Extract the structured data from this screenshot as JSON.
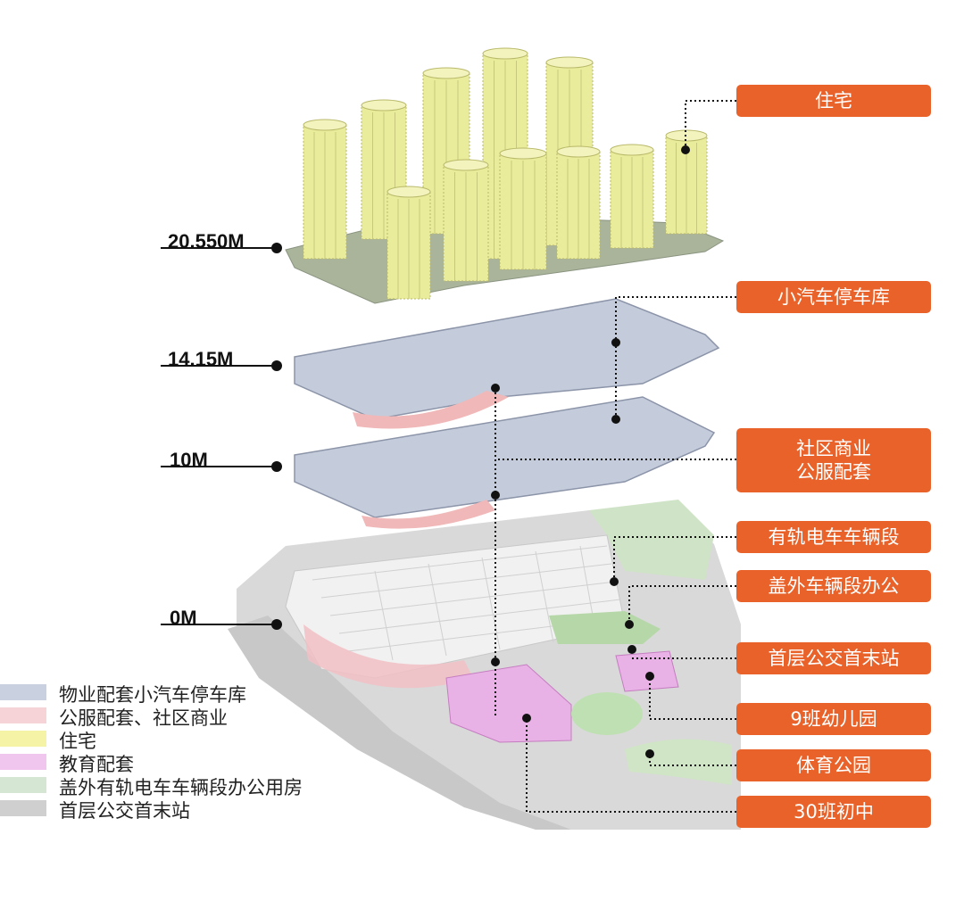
{
  "levels": [
    {
      "label": "20.550M"
    },
    {
      "label": "14.15M"
    },
    {
      "label": "10M"
    },
    {
      "label": "0M"
    }
  ],
  "callouts": [
    {
      "label": "住宅"
    },
    {
      "label": "小汽车停车库"
    },
    {
      "label": "社区商业\n公服配套"
    },
    {
      "label": "有轨电车车辆段"
    },
    {
      "label": "盖外车辆段办公"
    },
    {
      "label": "首层公交首末站"
    },
    {
      "label": "9班幼儿园"
    },
    {
      "label": "体育公园"
    },
    {
      "label": "30班初中"
    }
  ],
  "legend": [
    {
      "label": "物业配套小汽车停车库",
      "color": "#c9d1e0"
    },
    {
      "label": "公服配套、社区商业",
      "color": "#f6d3d6"
    },
    {
      "label": "住宅",
      "color": "#f5f3a6"
    },
    {
      "label": "教育配套",
      "color": "#f0c6ee"
    },
    {
      "label": "盖外有轨电车车辆段办公用房",
      "color": "#d5e6d2"
    },
    {
      "label": "首层公交首末站",
      "color": "#cfcfcf"
    }
  ],
  "colors": {
    "callout": "#e8622a",
    "parking": "#b9c2d4",
    "residential": "#e9ec9a",
    "commercial": "#f2b8b8",
    "education": "#e7a8e2",
    "office": "#a9cf9c",
    "ground": "#d7d7d7"
  }
}
